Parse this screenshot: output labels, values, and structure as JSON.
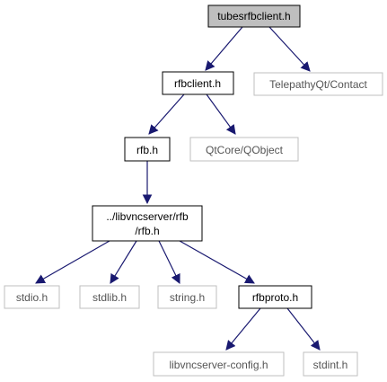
{
  "nodes": {
    "tubesrfbclient": "tubesrfbclient.h",
    "rfbclient": "rfbclient.h",
    "contact": "TelepathyQt/Contact",
    "rfb": "rfb.h",
    "qobject": "QtCore/QObject",
    "libvncserver_rfb_line1": "../libvncserver/rfb",
    "libvncserver_rfb_line2": "/rfb.h",
    "stdio": "stdio.h",
    "stdlib": "stdlib.h",
    "string": "string.h",
    "rfbproto": "rfbproto.h",
    "libvncserver_config": "libvncserver-config.h",
    "stdint": "stdint.h"
  },
  "colors": {
    "edge": "#191970",
    "primary_border": "#000000",
    "secondary_border": "#bfbfbf",
    "root_fill": "#bfbfbf",
    "secondary_text": "#555555"
  }
}
